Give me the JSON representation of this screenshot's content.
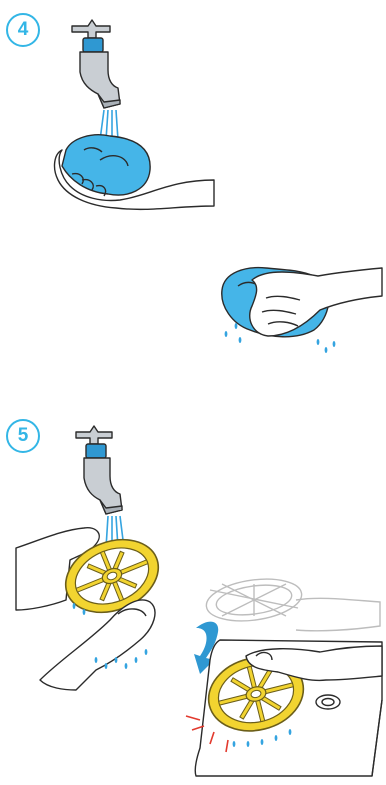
{
  "steps": [
    {
      "number": "4"
    },
    {
      "number": "5"
    }
  ],
  "colors": {
    "accent": "#33b6e6",
    "cloth": "#45b5e8",
    "filter_yellow": "#f2d430",
    "filter_outline": "#6b5e1a",
    "water_drops": "#35a4e0",
    "tap_grey": "#c9ced3",
    "skin": "#ffffff",
    "outline": "#2b2b2b",
    "ghost_outline": "#bdbdbd",
    "tap_blue": "#2f98d2",
    "tap_signal_red": "#e23a2e"
  },
  "icons": [
    "tap-icon",
    "blue-cloth",
    "yellow-filter",
    "rotate-arrow-icon",
    "water-drops"
  ]
}
